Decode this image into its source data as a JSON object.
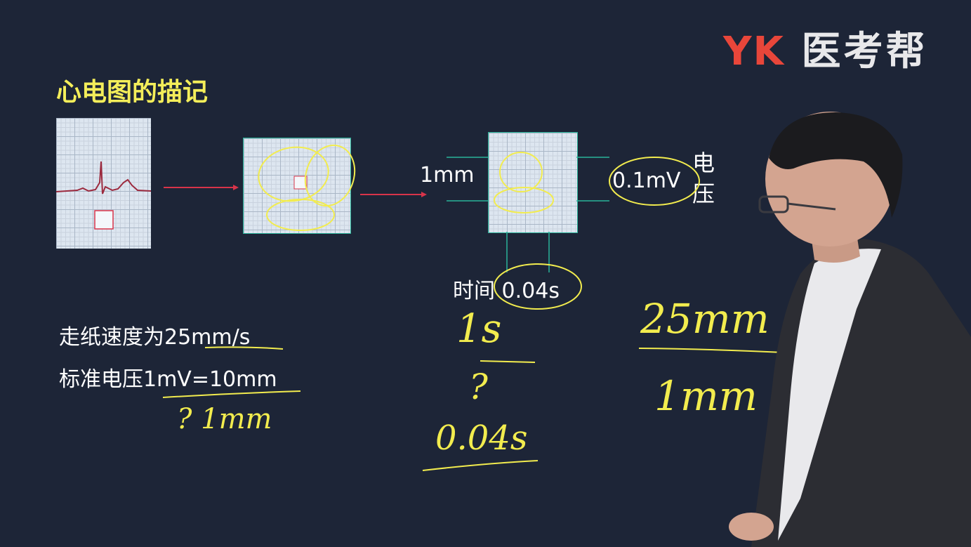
{
  "logo": {
    "brand": "YK",
    "name": "医考帮"
  },
  "slide": {
    "title": "心电图的描记",
    "label_1mm": "1mm",
    "label_mv": "0.1mV",
    "label_voltage": "电压",
    "label_time": "时间 0.04s",
    "note_speed": "走纸速度为25mm/s",
    "note_voltage": "标准电压1mV=10mm"
  },
  "handwriting": {
    "left_question": "? 1mm",
    "center_top": "1s",
    "center_question": "?",
    "center_bottom": "0.04s",
    "right_top": "25mm",
    "right_bottom": "1mm"
  },
  "colors": {
    "background": "#1d2537",
    "title": "#f4ee5a",
    "annotation": "#f2ec4e",
    "arrow": "#d8344a",
    "guide": "#2ab39a",
    "ecg_trace": "#9c2a3e",
    "logo_accent": "#e8463a"
  }
}
